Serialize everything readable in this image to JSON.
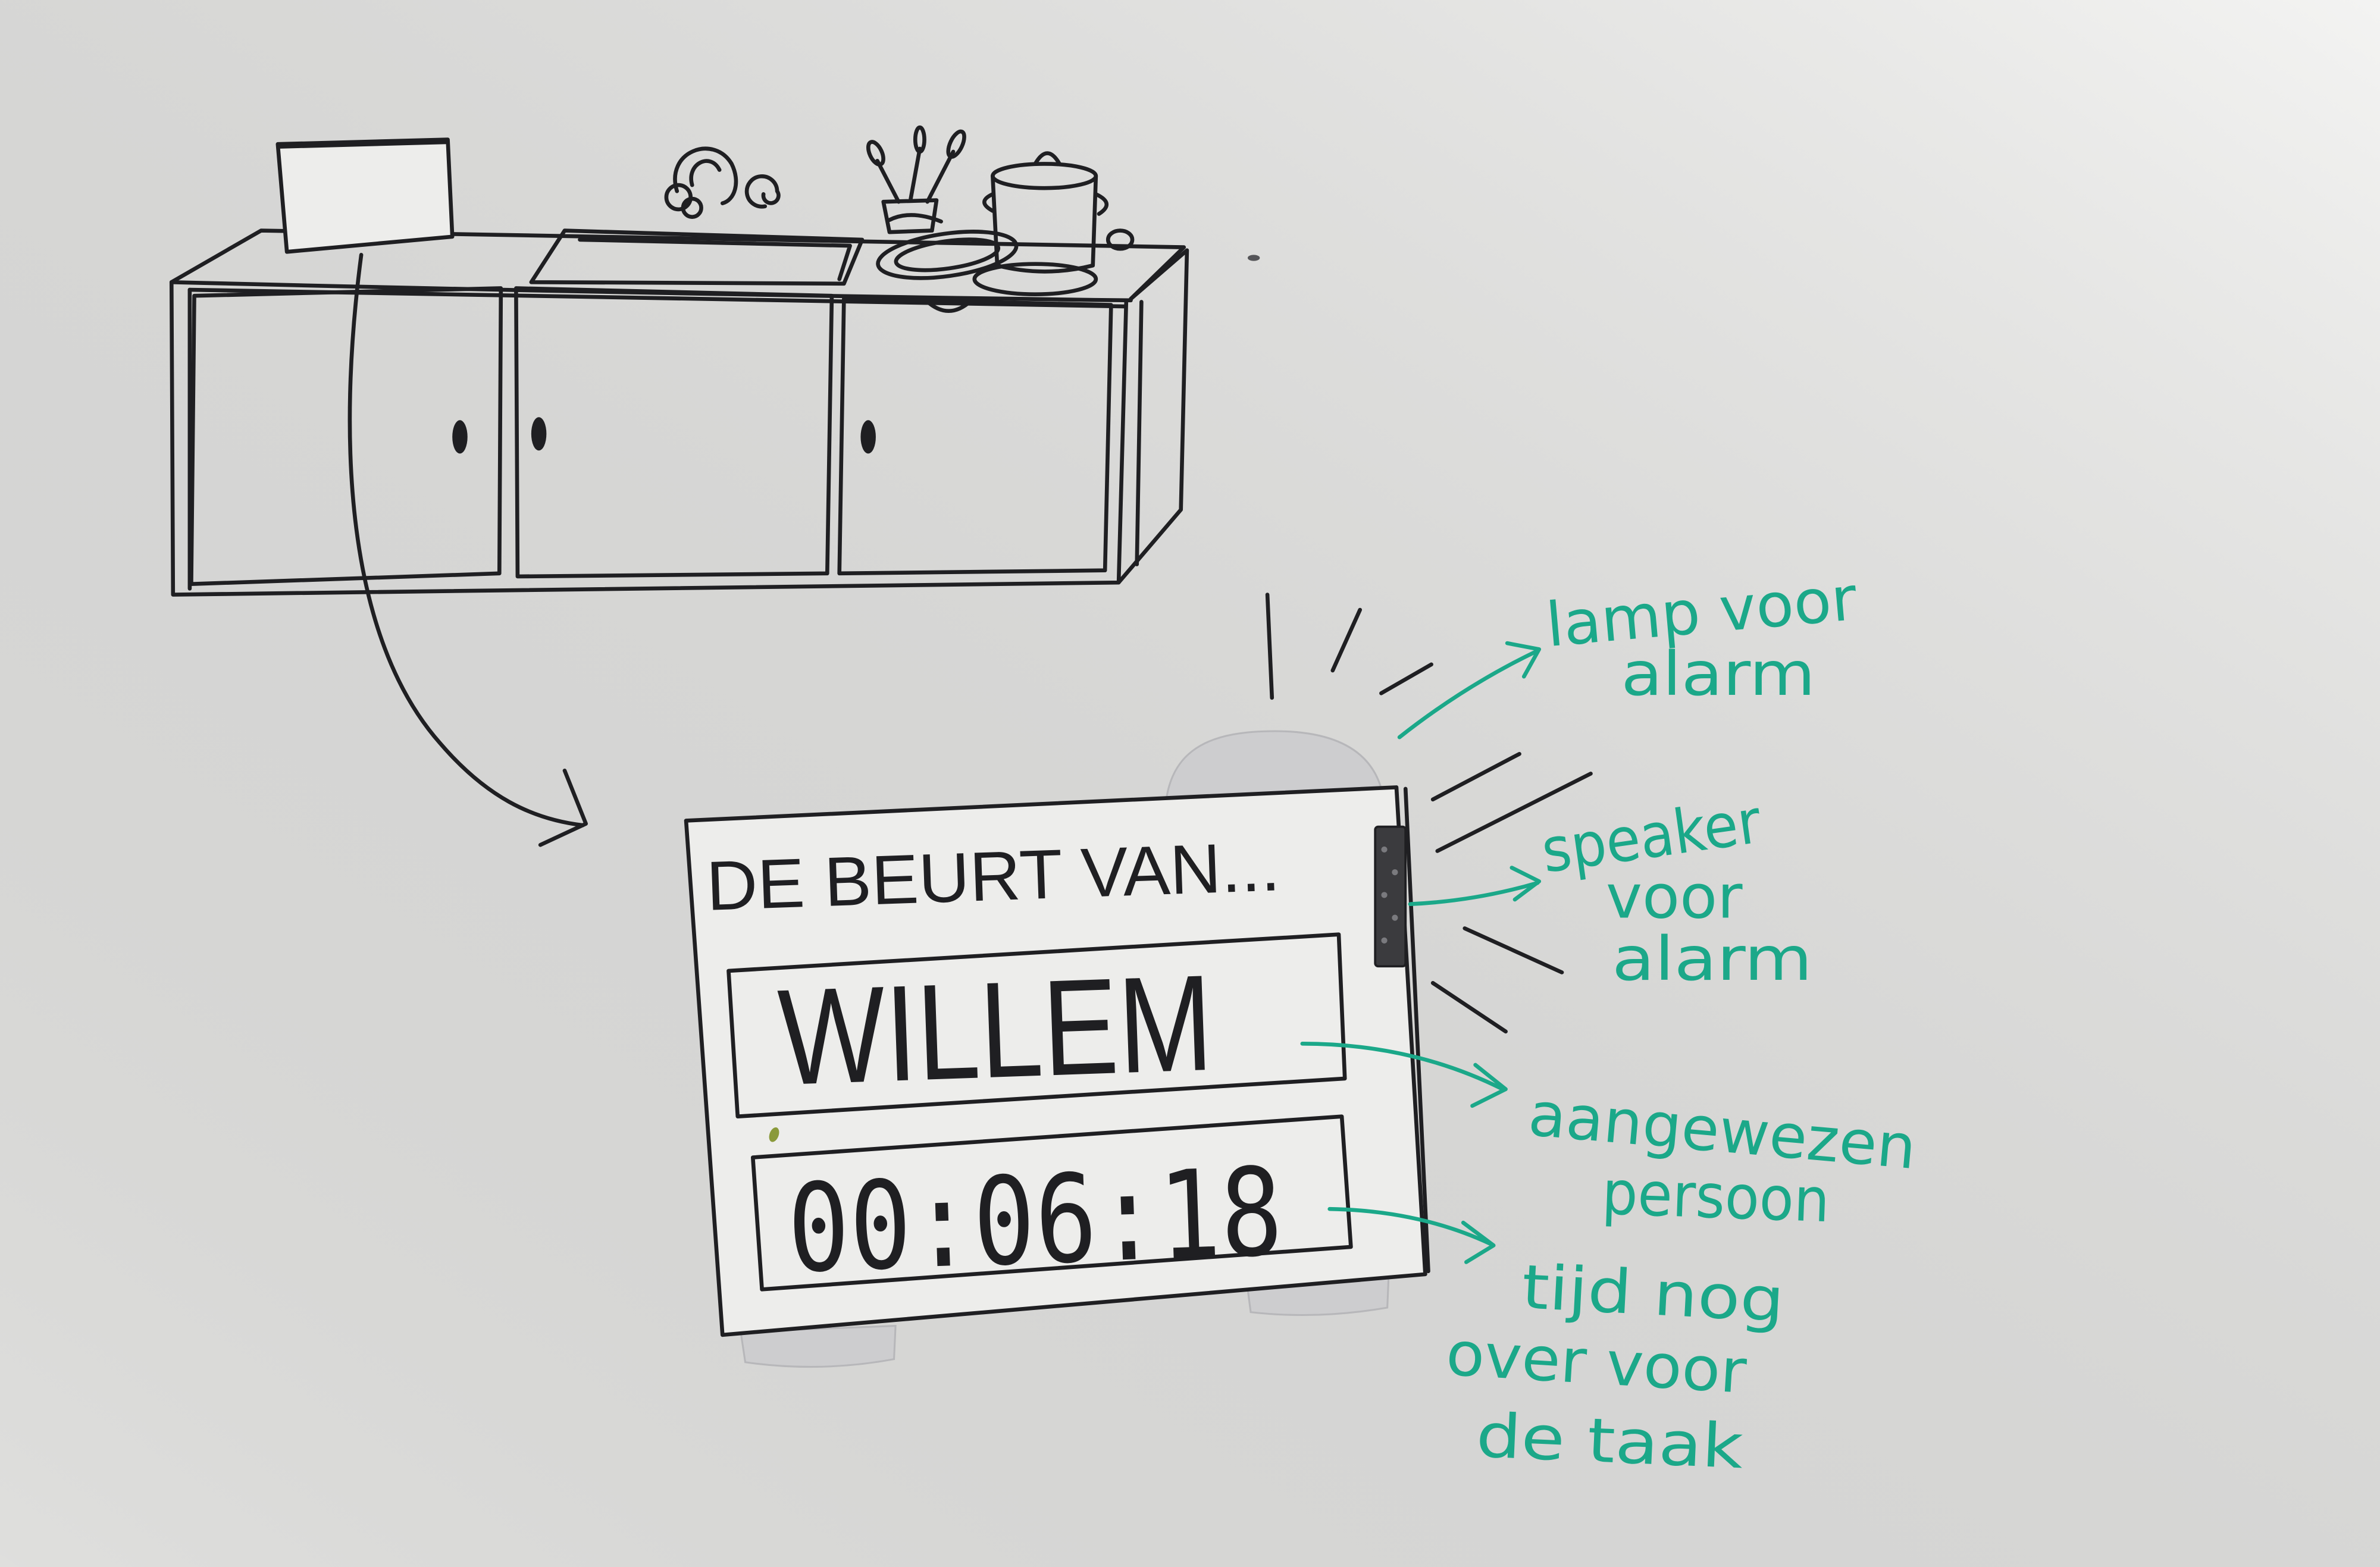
{
  "device": {
    "header": "DE BEURT VAN...",
    "name": "WILLEM",
    "timer": "00:06:18"
  },
  "annotations": {
    "lamp": [
      "lamp voor",
      "alarm"
    ],
    "speaker": [
      "speaker",
      "voor",
      "alarm"
    ],
    "person": [
      "aangewezen",
      "persoon"
    ],
    "time": [
      "tijd nog",
      "over voor",
      "de taak"
    ]
  },
  "colors": {
    "paper": "#ededeb",
    "ink": "#1f1f22",
    "annotation": "#1ba889",
    "device_grey": "#cdcdcf",
    "speaker": "#3b3b3e"
  }
}
